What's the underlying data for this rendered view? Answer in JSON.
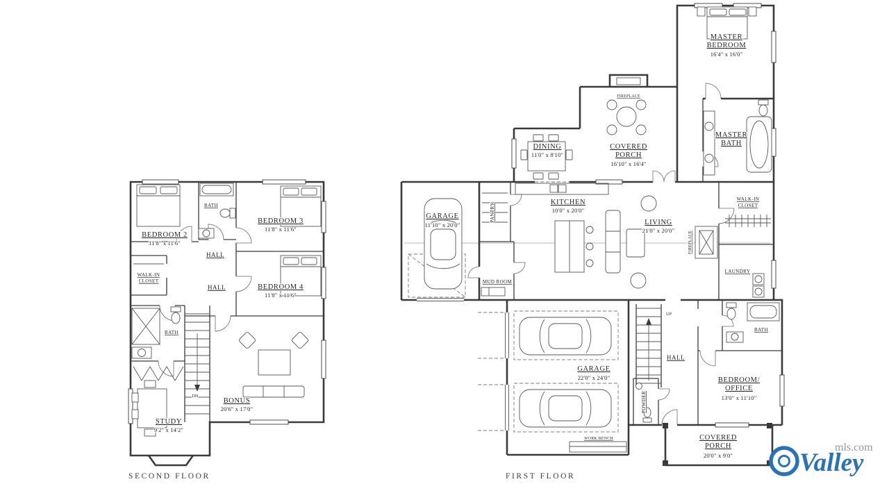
{
  "page": {
    "background": "#ffffff",
    "line_color": "#3a3a3a"
  },
  "branding": {
    "brand": "Valley",
    "suffix": "mls.com",
    "brand_color": "#2a72b5",
    "suffix_color": "#97989a"
  },
  "floors": {
    "second": {
      "caption": "SECOND FLOOR",
      "rooms": {
        "bedroom2": {
          "name": "BEDROOM 2",
          "dims": "11'8\" x 11'6\""
        },
        "bath_top": {
          "name": "BATH"
        },
        "bedroom3": {
          "name": "BEDROOM 3",
          "dims": "11'8\" x 11'6\""
        },
        "hall_upper": {
          "name": "HALL"
        },
        "hall_lower": {
          "name": "HALL"
        },
        "walkin_closet": {
          "line1": "WALK-IN",
          "line2": "CLOSET"
        },
        "bedroom4": {
          "name": "BEDROOM 4",
          "dims": "11'8\" x 11'6\""
        },
        "bath_left": {
          "name": "BATH"
        },
        "stairs": {
          "label": "DN"
        },
        "bonus": {
          "name": "BONUS",
          "dims": "20'6\" x 17'0\""
        },
        "study": {
          "name": "STUDY",
          "dims": "9'2\" x 14'2\""
        }
      }
    },
    "first": {
      "caption": "FIRST FLOOR",
      "rooms": {
        "master_bedroom": {
          "line1": "MASTER",
          "line2": "BEDROOM",
          "dims": "16'4\" x 16'0\""
        },
        "master_bath": {
          "line1": "MASTER",
          "line2": "BATH"
        },
        "porch_fireplace": {
          "name": "FIREPLACE"
        },
        "covered_porch_top": {
          "line1": "COVERED",
          "line2": "PORCH",
          "dims": "16'10\" x 16'4\""
        },
        "dining": {
          "name": "DINING",
          "dims": "11'0\" x 8'10\""
        },
        "kitchen": {
          "name": "KITCHEN",
          "dims": "10'0\" x 20'0\""
        },
        "living": {
          "name": "LIVING",
          "dims": "21'0\" x 20'0\""
        },
        "pantry": {
          "name": "PANTRY"
        },
        "garage_single": {
          "name": "GARAGE",
          "dims": "11'10\" x 20'0\""
        },
        "mud_room": {
          "name": "MUD ROOM"
        },
        "walkin_closet": {
          "line1": "WALK-IN",
          "line2": "CLOSET"
        },
        "laundry": {
          "name": "LAUNDRY"
        },
        "living_fireplace": {
          "name": "FIREPLACE"
        },
        "stairs": {
          "label": "UP"
        },
        "hall": {
          "name": "HALL"
        },
        "powder": {
          "name": "POWDER"
        },
        "bath": {
          "name": "BATH"
        },
        "bedroom_office": {
          "line1": "BEDROOM/",
          "line2": "OFFICE",
          "dims": "13'0\" x 11'10\""
        },
        "garage_main": {
          "name": "GARAGE",
          "dims": "22'0\" x 24'0\""
        },
        "work_bench": {
          "name": "WORK BENCH"
        },
        "covered_porch_bottom": {
          "line1": "COVERED",
          "line2": "PORCH",
          "dims": "20'0\" x 9'0\""
        }
      }
    }
  }
}
